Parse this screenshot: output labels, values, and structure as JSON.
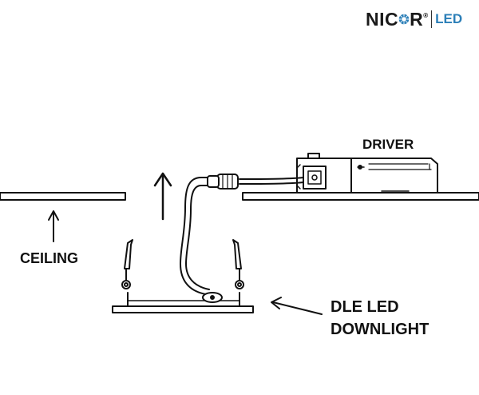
{
  "brand": {
    "name_part1": "NIC",
    "name_part2": "R",
    "trademark": "®",
    "suffix": "LED",
    "accent_color": "#2c7fb8"
  },
  "labels": {
    "driver": "DRIVER",
    "ceiling": "CEILING",
    "downlight_line1": "DLE LED",
    "downlight_line2": "DOWNLIGHT"
  }
}
